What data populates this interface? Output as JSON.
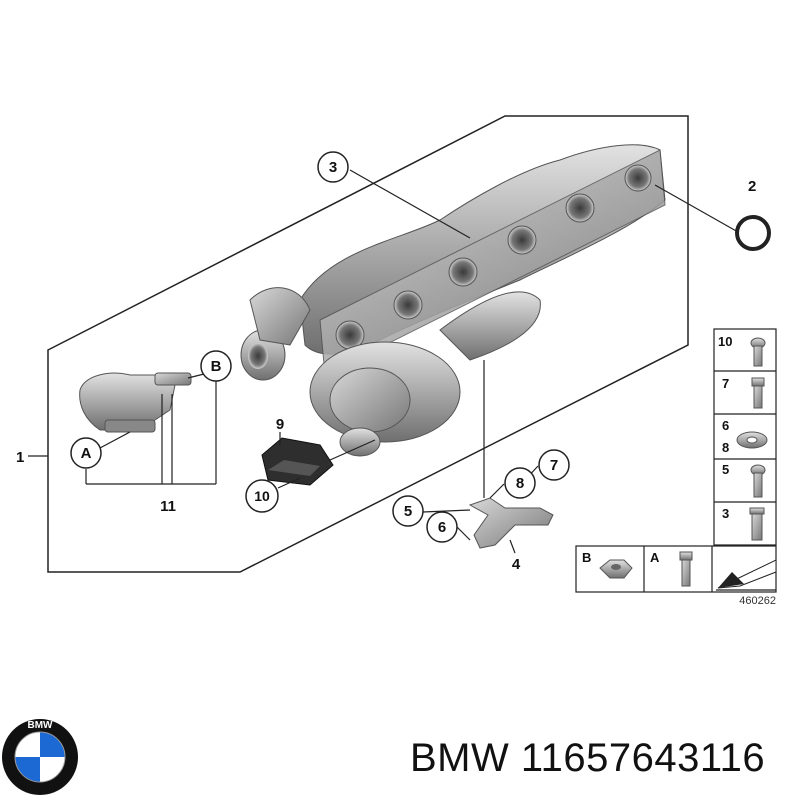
{
  "callouts": {
    "c1": "1",
    "c2": "2",
    "c3": "3",
    "c4": "4",
    "c5": "5",
    "c6": "6",
    "c7": "7",
    "c8": "8",
    "c9": "9",
    "c10": "10",
    "c11": "11",
    "cA": "A",
    "cB": "B"
  },
  "legend": {
    "r10": "10",
    "r7": "7",
    "r6": "6",
    "r8": "8",
    "r5": "5",
    "r3": "3",
    "rB": "B",
    "rA": "A"
  },
  "diagram_id": "460262",
  "logo": {
    "text": "BMW",
    "colors": {
      "blue": "#1c69d4",
      "ring": "#111111",
      "white": "#ffffff"
    }
  },
  "part": {
    "brand": "BMW",
    "number": "11657643116"
  }
}
